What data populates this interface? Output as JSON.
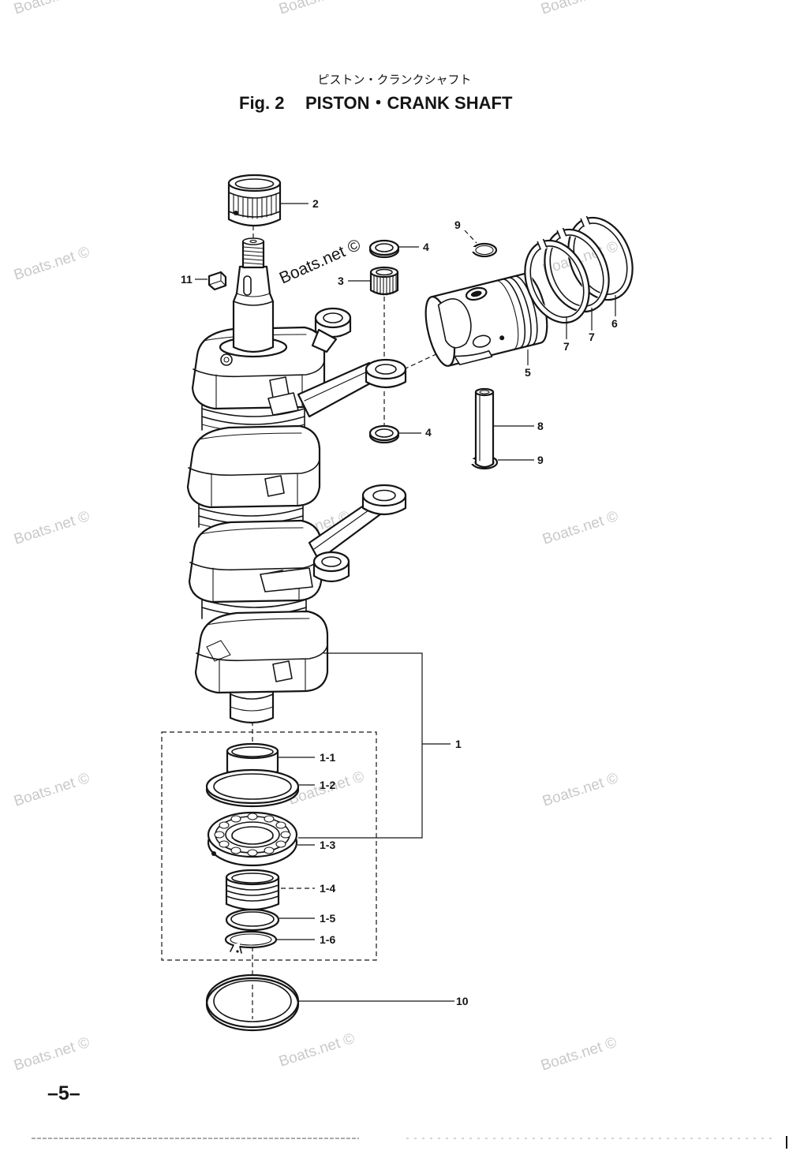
{
  "header": {
    "japanese_title": "ピストン・クランクシャフト",
    "figure_number": "Fig. 2",
    "figure_title": "PISTON・CRANK SHAFT"
  },
  "callouts": [
    "2",
    "4",
    "3",
    "11",
    "9",
    "6",
    "7",
    "7",
    "5",
    "4",
    "8",
    "9",
    "1",
    "1-1",
    "1-2",
    "1-3",
    "1-4",
    "1-5",
    "1-6",
    "10"
  ],
  "watermark_text": "Boats.net ©",
  "page_number": "–5–",
  "colors": {
    "ink": "#151515",
    "watermark": "#c9c9c9",
    "paper": "#ffffff"
  }
}
